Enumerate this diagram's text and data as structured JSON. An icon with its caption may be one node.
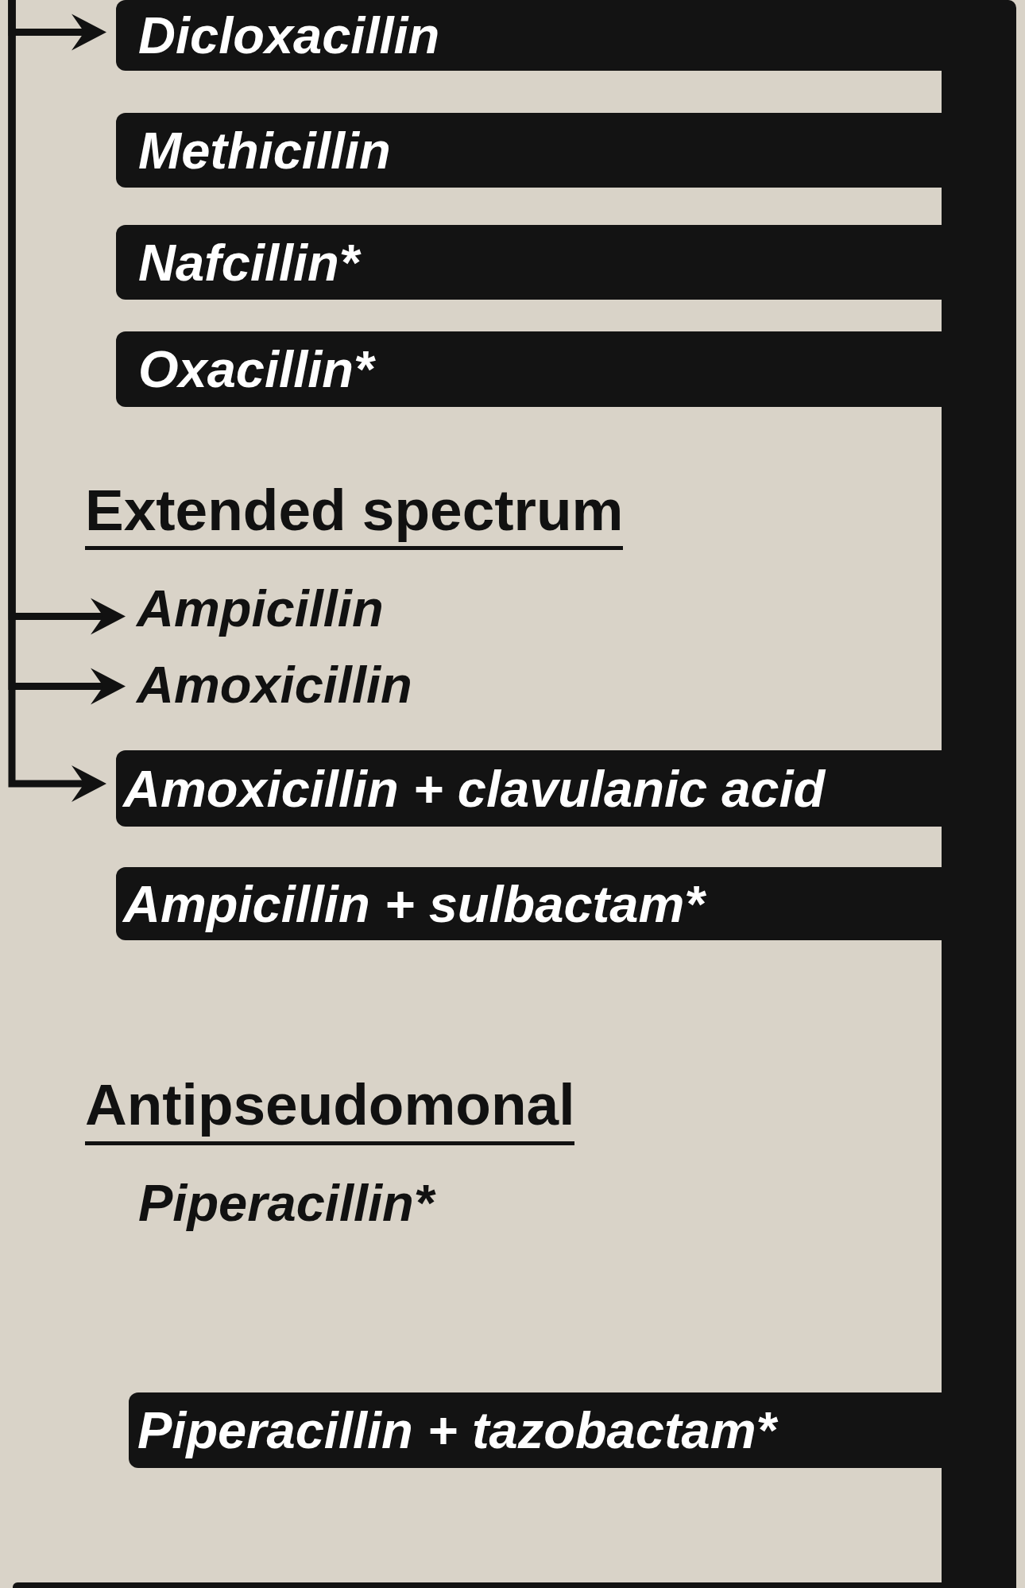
{
  "diagram": {
    "nodes": [
      {
        "text": [
          "Dicloxacillin"
        ]
      },
      {
        "text": [
          "Methicillin"
        ]
      },
      {
        "text": [
          "Nafcillin*"
        ]
      },
      {
        "text": [
          "Oxacillin*"
        ]
      },
      {
        "text": [
          "Ampicillin"
        ]
      },
      {
        "text": [
          "Amoxicillin"
        ]
      },
      {
        "text": [
          "Amoxicillin + clavulanic acid"
        ]
      },
      {
        "text": [
          "Ampicillin + sulbactam*"
        ]
      },
      {
        "text": [
          "Piperacillin + tazobactam*"
        ]
      }
    ],
    "edges": [
      {
        "from": null,
        "to": 0,
        "arrow": "to"
      },
      {
        "from": null,
        "to": 4,
        "arrow": "to"
      },
      {
        "from": null,
        "to": 5,
        "arrow": "to"
      },
      {
        "from": null,
        "to": 6,
        "arrow": "to"
      }
    ],
    "labels": [
      "Extended spectrum",
      "Antipseudomonal",
      "Piperacillin*"
    ]
  }
}
